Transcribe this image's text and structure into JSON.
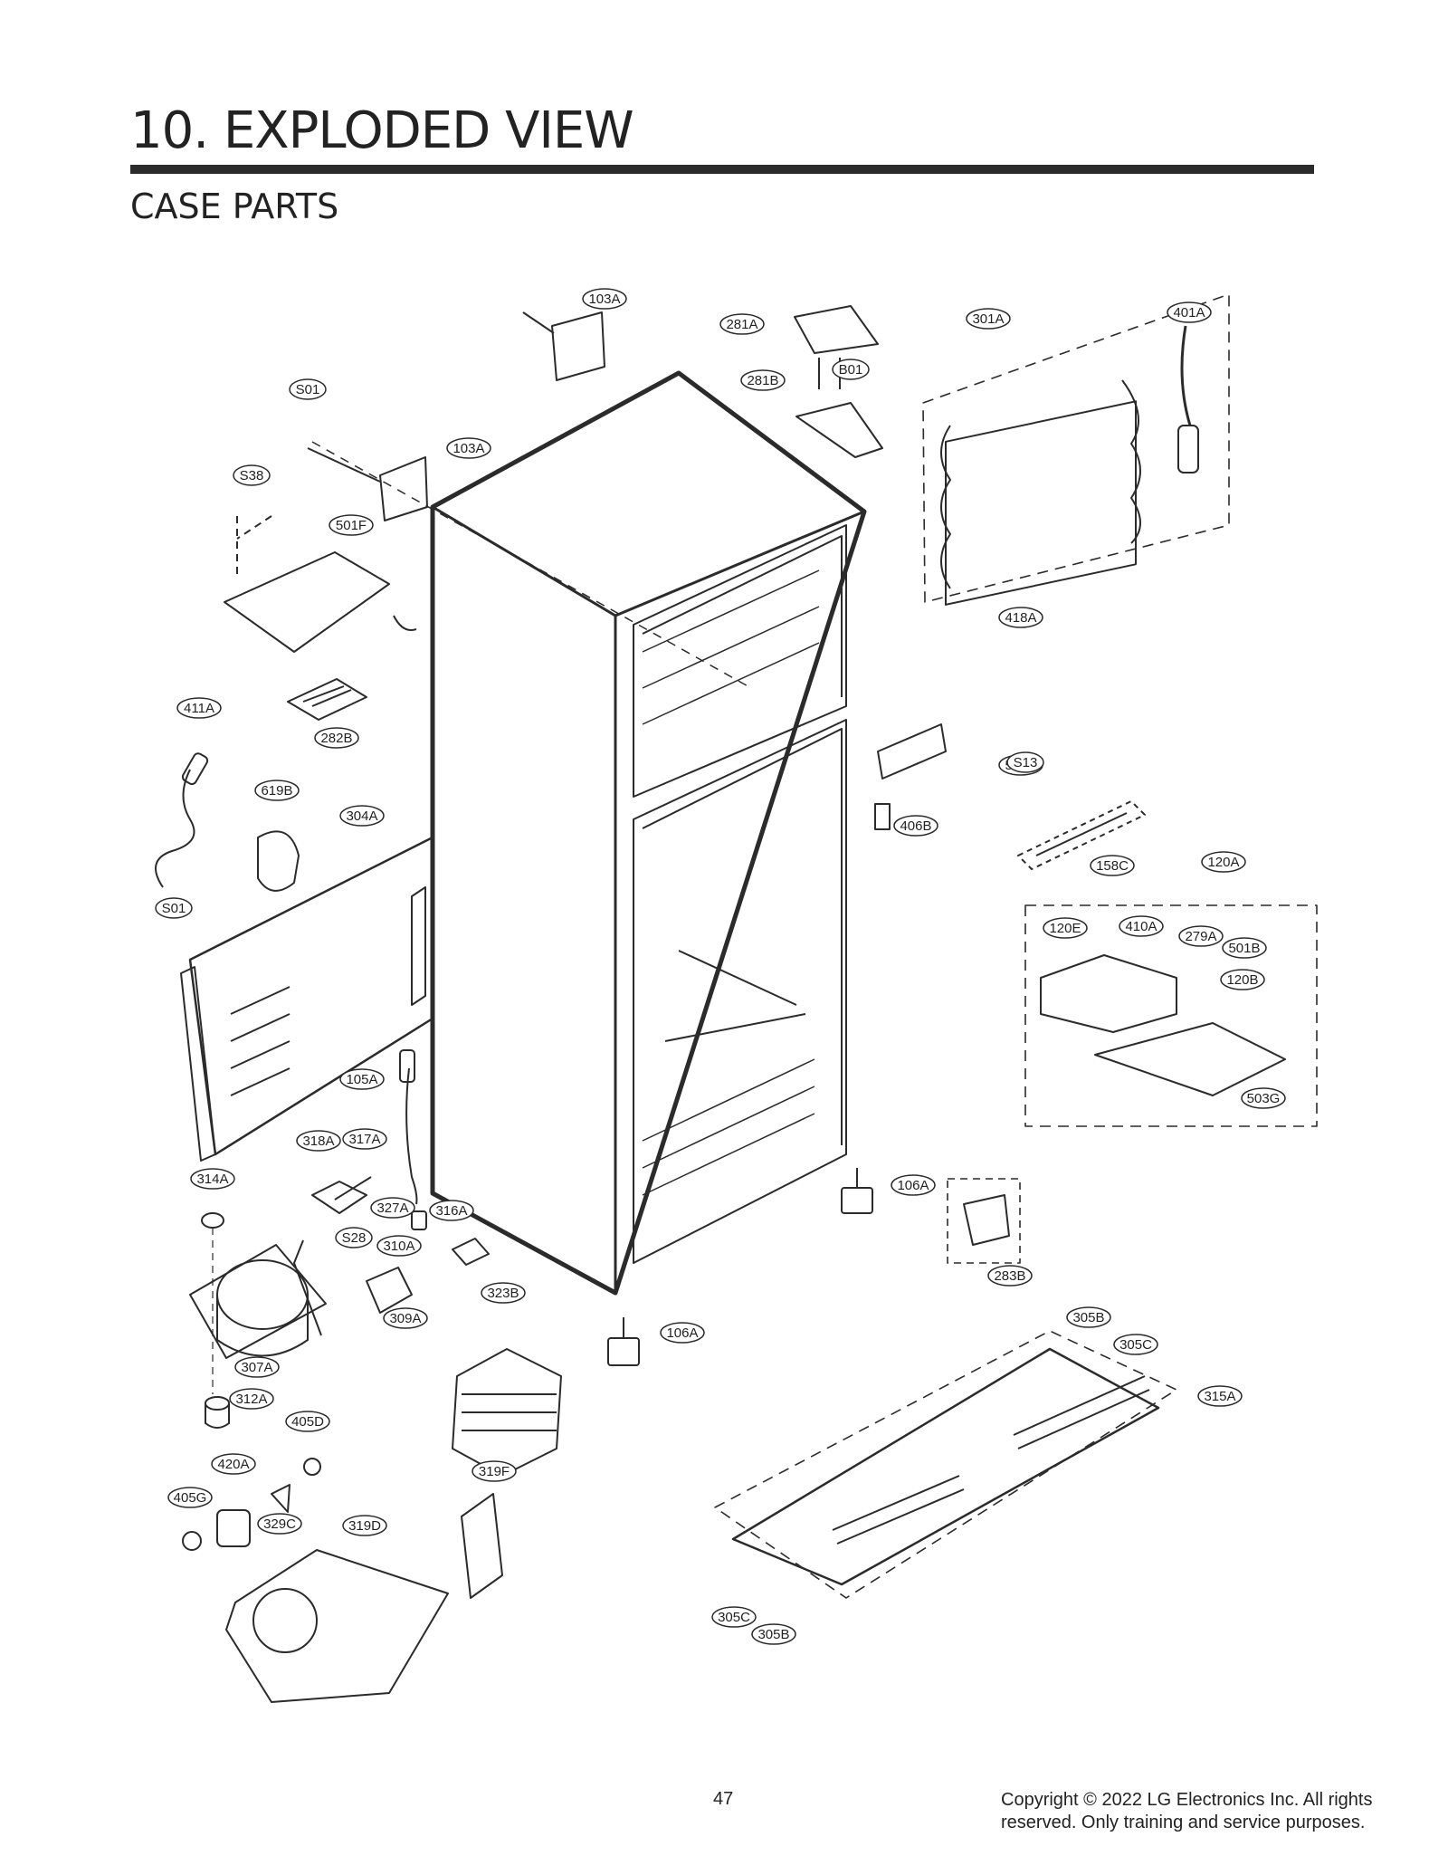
{
  "header": {
    "title": "10. EXPLODED VIEW",
    "subtitle": "CASE PARTS"
  },
  "callouts": [
    "103A",
    "281A",
    "301A",
    "401A",
    "B01",
    "281B",
    "S01",
    "103A",
    "S38",
    "501F",
    "418A",
    "411A",
    "501A",
    "282B",
    "S13",
    "619B",
    "304A",
    "406B",
    "158C",
    "120A",
    "S01",
    "120E",
    "410A",
    "279A",
    "501B",
    "120B",
    "503G",
    "105A",
    "318A",
    "317A",
    "106A",
    "314A",
    "327A",
    "316A",
    "S28",
    "310A",
    "283B",
    "309A",
    "323B",
    "106A",
    "305B",
    "305C",
    "307A",
    "315A",
    "312A",
    "405D",
    "420A",
    "319F",
    "405G",
    "329C",
    "319D",
    "305C",
    "305B"
  ],
  "footer": {
    "page_number": "47",
    "copyright": "Copyright © 2022 LG Electronics Inc. All rights reserved. Only training and service purposes."
  },
  "colors": {
    "line": "#2b2b2b",
    "rule": "#2b2b2b"
  }
}
